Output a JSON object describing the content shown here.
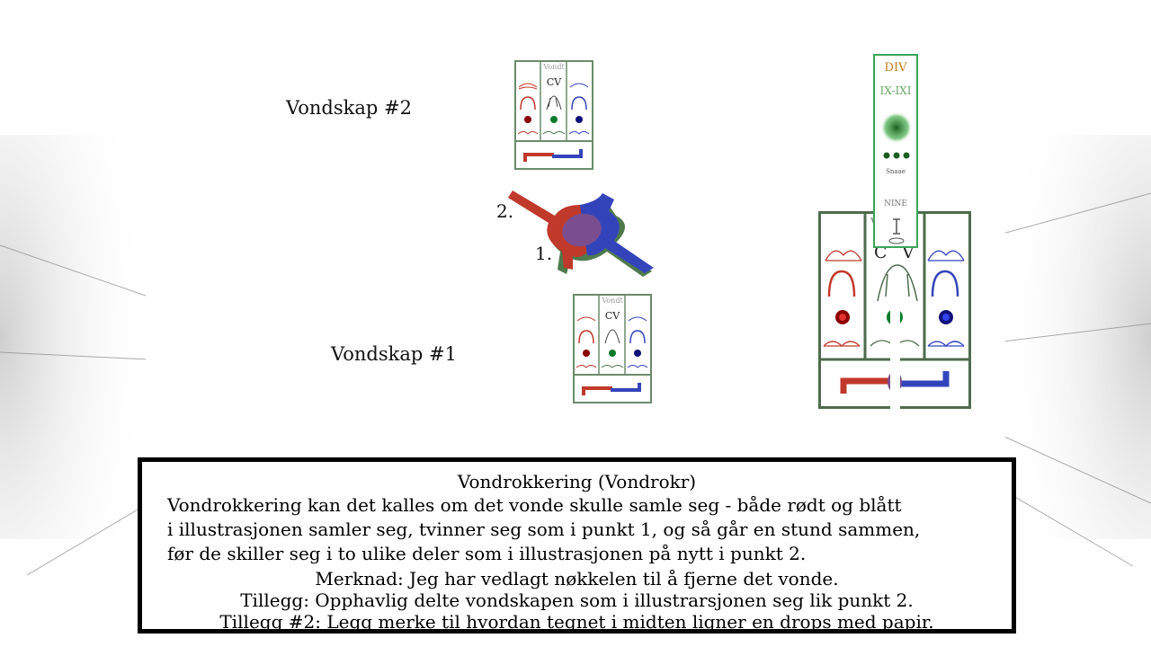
{
  "labels": {
    "vondskap2": "Vondskap #2",
    "vondskap1": "Vondskap #1",
    "step2": "2.",
    "step1": "1."
  },
  "cards": {
    "header_text": "Vondt",
    "center_text": "CV"
  },
  "large_card": {
    "header_text": "Vo",
    "center_text": "C",
    "center_text_right": "V"
  },
  "key": {
    "line1": "DIV",
    "line2": "IX-IXI",
    "line3": "Snaae",
    "line4": "NINE"
  },
  "colors": {
    "red": "#c0392b",
    "blue": "#3344bb",
    "green": "#4e7a4e",
    "purple": "#7a4e8e",
    "key_border": "#3aa55a",
    "key_div": "#c47a1e"
  },
  "note": {
    "title": "Vondrokkering (Vondrokr)",
    "lines": [
      "Vondrokkering kan det kalles om det vonde skulle samle seg - både rødt og blått",
      "i illustrasjonen samler seg, tvinner seg som i punkt 1, og så går en stund sammen,",
      "før de skiller seg i to ulike deler som i illustrasjonen på nytt i punkt 2."
    ],
    "remark": "Merknad: Jeg har vedlagt nøkkelen til å fjerne det vonde.",
    "addendum1": "Tillegg: Opphavlig delte vondskapen som i illustrarsjonen seg lik punkt 2.",
    "addendum2": "Tillegg #2: Legg merke til hvordan tegnet i midten ligner en drops med papir."
  }
}
